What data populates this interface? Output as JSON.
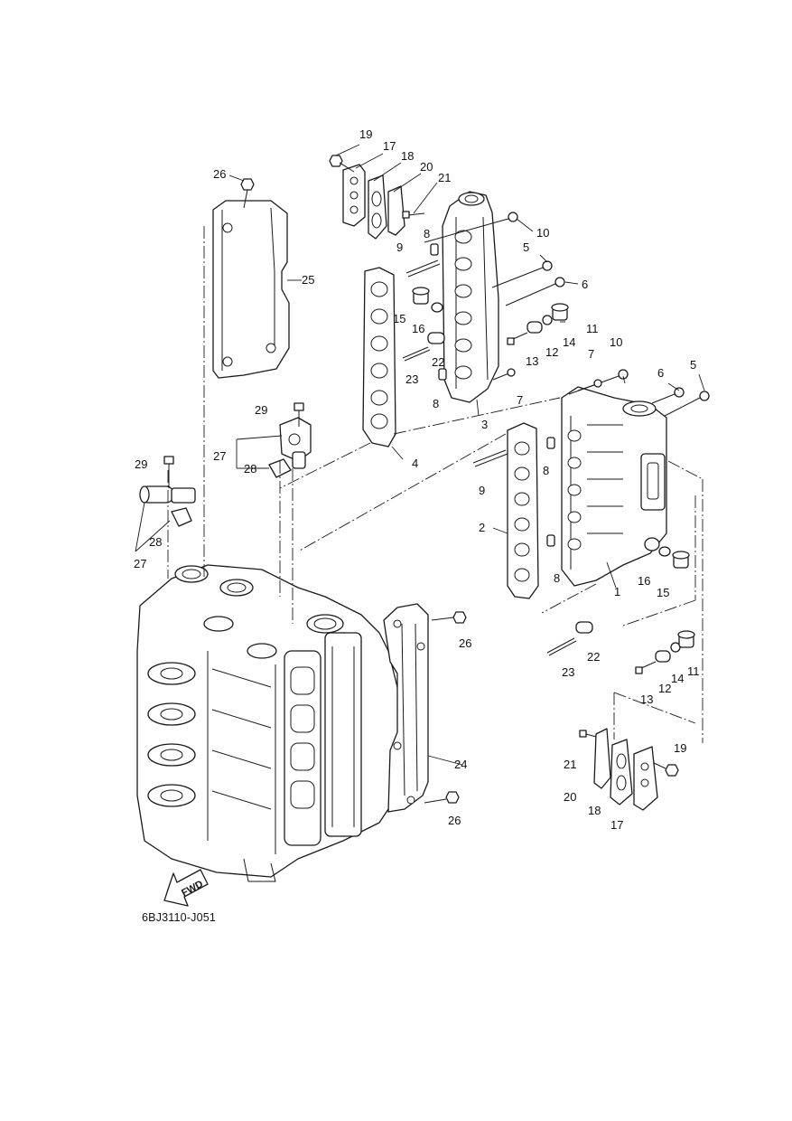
{
  "figure_ref": "6BJ3110-J051",
  "fwd_label": "FWD",
  "callouts": [
    {
      "id": "c19a",
      "text": "19"
    },
    {
      "id": "c17a",
      "text": "17"
    },
    {
      "id": "c18a",
      "text": "18"
    },
    {
      "id": "c20a",
      "text": "20"
    },
    {
      "id": "c21a",
      "text": "21"
    },
    {
      "id": "c26a",
      "text": "26"
    },
    {
      "id": "c10a",
      "text": "10"
    },
    {
      "id": "c8a",
      "text": "8"
    },
    {
      "id": "c9a",
      "text": "9"
    },
    {
      "id": "c5a",
      "text": "5"
    },
    {
      "id": "c6a",
      "text": "6"
    },
    {
      "id": "c25",
      "text": "25"
    },
    {
      "id": "c15a",
      "text": "15"
    },
    {
      "id": "c16a",
      "text": "16"
    },
    {
      "id": "c11a",
      "text": "11"
    },
    {
      "id": "c14a",
      "text": "14"
    },
    {
      "id": "c12a",
      "text": "12"
    },
    {
      "id": "c13a",
      "text": "13"
    },
    {
      "id": "c22a",
      "text": "22"
    },
    {
      "id": "c23a",
      "text": "23"
    },
    {
      "id": "c8b",
      "text": "8"
    },
    {
      "id": "c7a",
      "text": "7"
    },
    {
      "id": "c7b",
      "text": "7"
    },
    {
      "id": "c10b",
      "text": "10"
    },
    {
      "id": "c6b",
      "text": "6"
    },
    {
      "id": "c5b",
      "text": "5"
    },
    {
      "id": "c3",
      "text": "3"
    },
    {
      "id": "c29a",
      "text": "29"
    },
    {
      "id": "c27a",
      "text": "27"
    },
    {
      "id": "c28a",
      "text": "28"
    },
    {
      "id": "c4",
      "text": "4"
    },
    {
      "id": "c29b",
      "text": "29"
    },
    {
      "id": "c9b",
      "text": "9"
    },
    {
      "id": "c8c",
      "text": "8"
    },
    {
      "id": "c28b",
      "text": "28"
    },
    {
      "id": "c27b",
      "text": "27"
    },
    {
      "id": "c2",
      "text": "2"
    },
    {
      "id": "c8d",
      "text": "8"
    },
    {
      "id": "c16b",
      "text": "16"
    },
    {
      "id": "c15b",
      "text": "15"
    },
    {
      "id": "c1",
      "text": "1"
    },
    {
      "id": "c26b",
      "text": "26"
    },
    {
      "id": "c22b",
      "text": "22"
    },
    {
      "id": "c23b",
      "text": "23"
    },
    {
      "id": "c13b",
      "text": "13"
    },
    {
      "id": "c12b",
      "text": "12"
    },
    {
      "id": "c14b",
      "text": "14"
    },
    {
      "id": "c11b",
      "text": "11"
    },
    {
      "id": "c24",
      "text": "24"
    },
    {
      "id": "c19b",
      "text": "19"
    },
    {
      "id": "c21b",
      "text": "21"
    },
    {
      "id": "c20b",
      "text": "20"
    },
    {
      "id": "c18b",
      "text": "18"
    },
    {
      "id": "c17b",
      "text": "17"
    },
    {
      "id": "c26c",
      "text": "26"
    }
  ]
}
